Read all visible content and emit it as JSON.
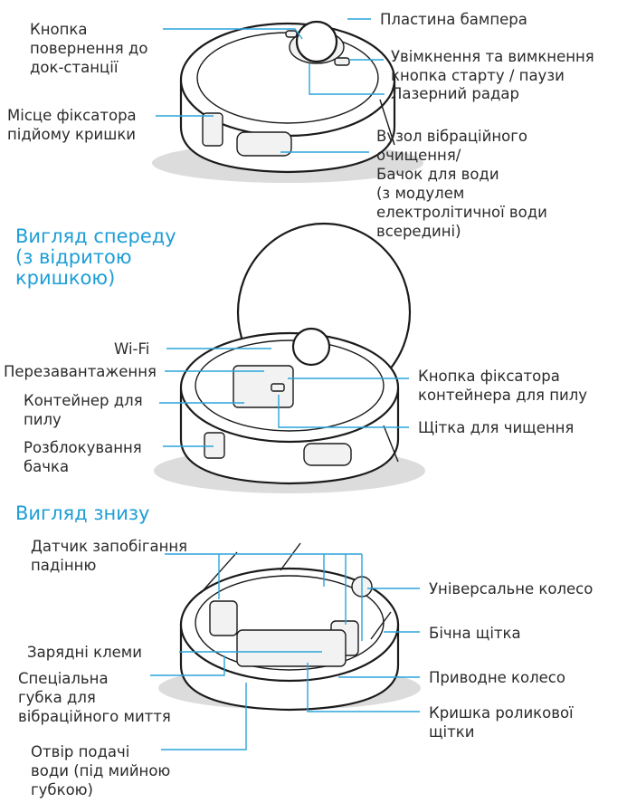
{
  "colors": {
    "accent": "#1e9ed6",
    "leader": "#2aa4dc",
    "text": "#2b2b2b"
  },
  "top_view": {
    "labels": {
      "dock_button": "Кнопка\nповернення до\nдок-станції",
      "bumper": "Пластина бампера",
      "power_button": "Увімкнення та вимкнення\nкнопка старту / паузи",
      "laser_radar": "Лазерний радар",
      "lid_latch": "Місце фіксатора\nпідйому кришки",
      "vibration_assembly": "Вузол вібраційного\nочищення/\nБачок для води\n(з модулем\nелектролітичної води\nвсередині)"
    }
  },
  "front_view": {
    "title": "Вигляд спереду\n(з відритою\nкришкою)",
    "labels": {
      "wifi": "Wi-Fi",
      "reset": "Перезавантаження",
      "dust_container": "Контейнер для\nпилу",
      "tank_release": "Розблокування\nбачка",
      "dust_latch_button": "Кнопка фіксатора\nконтейнера для пилу",
      "cleaning_brush": "Щітка для чищення"
    }
  },
  "bottom_view": {
    "title": "Вигляд знизу",
    "labels": {
      "cliff_sensor": "Датчик запобігання\nпадінню",
      "universal_wheel": "Універсальне колесо",
      "side_brush": "Бічна щітка",
      "charging_contacts": "Зарядні клеми",
      "mop_pad": "Спеціальна\nгубка для\nвібраційного миття",
      "drive_wheel": "Приводне колесо",
      "roller_cover": "Кришка роликової\nщітки",
      "water_outlet": "Отвір подачі\nводи (під мийною\nгубкою)"
    }
  }
}
